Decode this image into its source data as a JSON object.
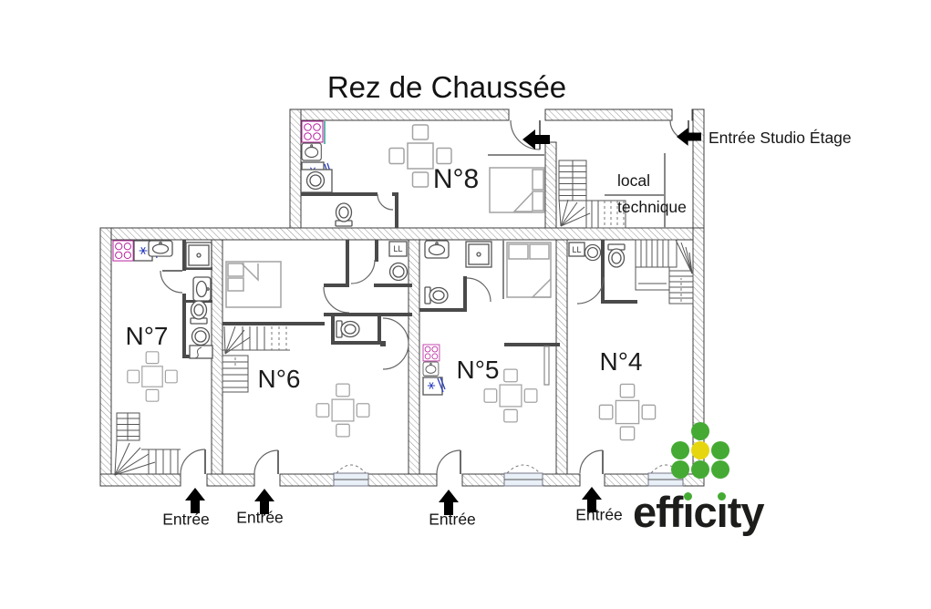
{
  "title": "Rez de Chaussée",
  "plan": {
    "units": [
      {
        "label": "N°8"
      },
      {
        "label": "N°7"
      },
      {
        "label": "N°6"
      },
      {
        "label": "N°5"
      },
      {
        "label": "N°4"
      }
    ],
    "technical_room_line1": "local",
    "technical_room_line2": "technique",
    "washing_machine_label": "LL",
    "studio_entrance_label": "Entrée Studio Étage",
    "entrance_labels": [
      "Entrée",
      "Entrée",
      "Entrée",
      "Entrée"
    ]
  },
  "logo": {
    "text": "efficity",
    "dot_green": "#44aa33",
    "dot_yellow": "#e5d60f",
    "text_color": "#1d1d1b"
  },
  "colors": {
    "stove_outline": "#b5199b",
    "snowflake_blue": "#2b3fbd",
    "teal_counter": "#2a9d8f"
  }
}
